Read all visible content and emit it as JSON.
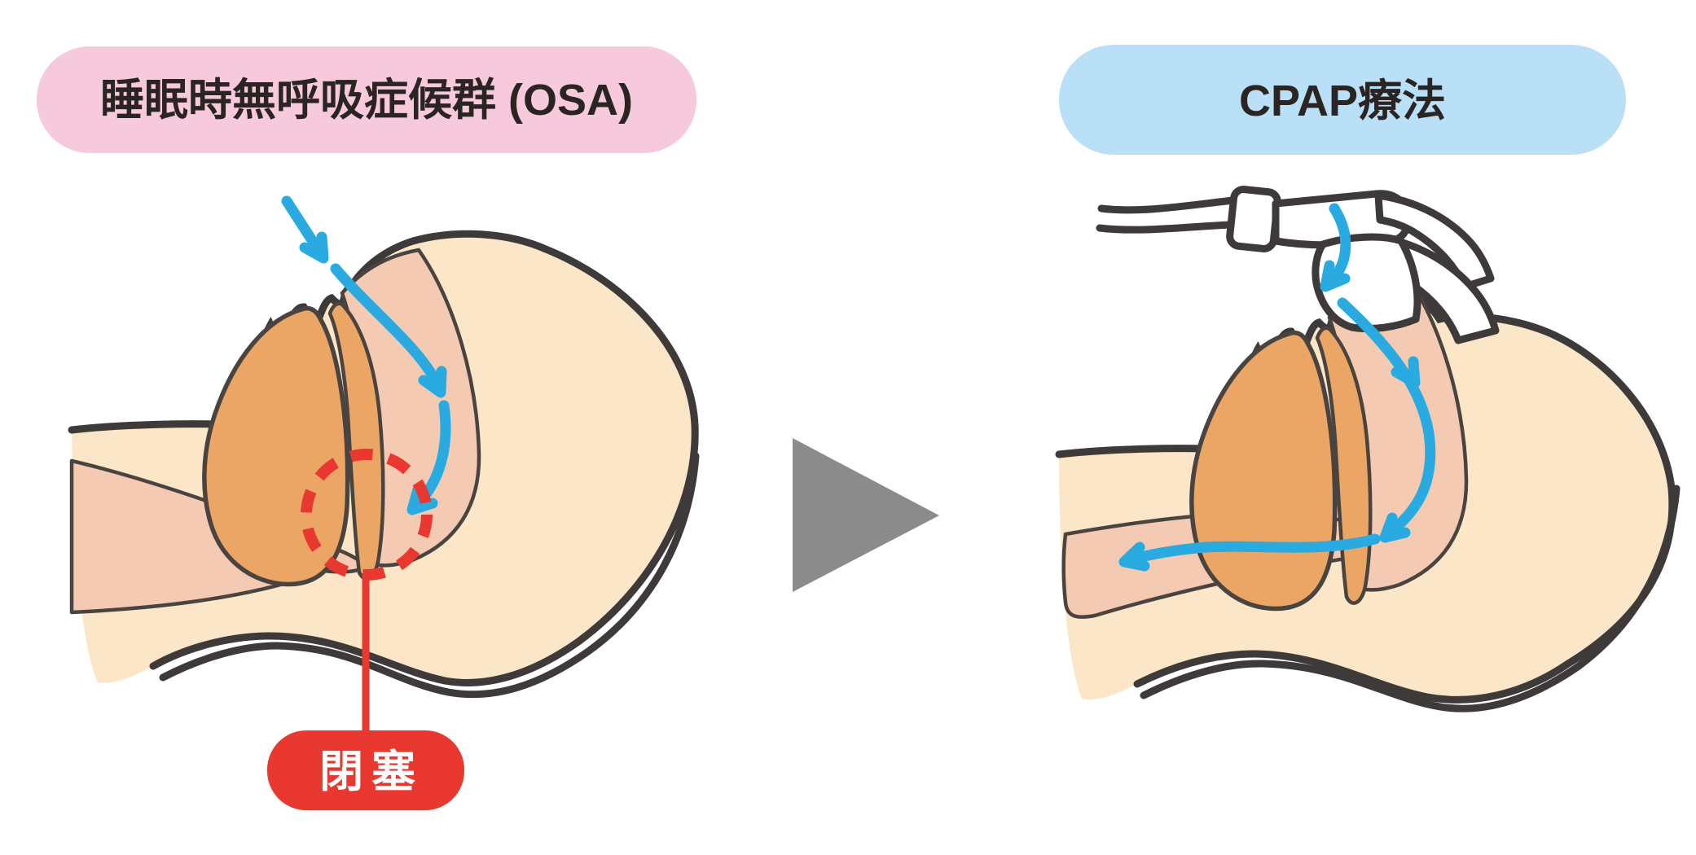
{
  "page": {
    "background": "#FFFFFF"
  },
  "osa_panel": {
    "title": "睡眠時無呼吸症候群 (OSA)",
    "title_bg": "#F7C9DC",
    "title_text_color": "#2A2422",
    "obstruction_label": "閉塞",
    "obstruction_bg": "#E8382F",
    "obstruction_text_color": "#FFFFFF"
  },
  "cpap_panel": {
    "title": "CPAP療法",
    "title_bg": "#BAE0F7",
    "title_text_color": "#2A2422"
  },
  "transition_arrow": {
    "color": "#8B8B8B"
  },
  "palette": {
    "outline": "#3E3A39",
    "inner_outline": "#4A4440",
    "skin": "#FBE6C8",
    "skin_light": "#FBEED8",
    "airway": "#F4CBB2",
    "tongue": "#EBA666",
    "airflow_blue": "#29ABE2",
    "alert_red": "#E8382F"
  }
}
